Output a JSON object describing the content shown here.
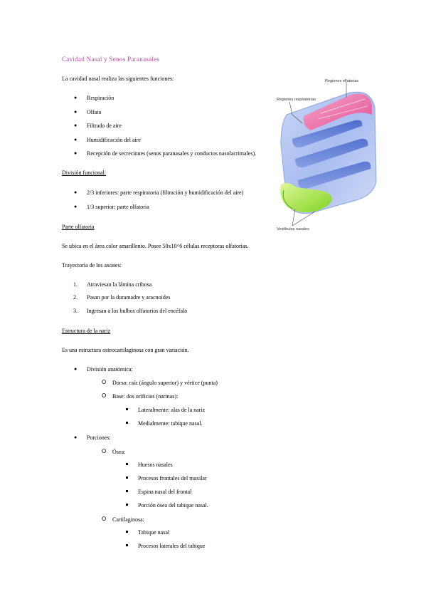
{
  "title": "Cavidad Nasal y Senos Paranasales",
  "intro": "La cavidad nasal realiza las siguientes funciones:",
  "functions": [
    "Respiración",
    "Olfato",
    "Filtrado de aire",
    "Humidificación del aire",
    "Recepción de secreciones (senos paranasales y conductos nasolacrimales)."
  ],
  "division_funcional": {
    "heading": "División funcional:",
    "items": [
      "2/3 inferiores: parte respiratoria (filtración y humidificación del aire)",
      "1/3 superior: parte olfatoria"
    ]
  },
  "parte_olfatoria": {
    "heading": "Parte olfatoria",
    "text": "Se ubica en el área color amarillento. Posee 50x10^6 células receptoras olfatorias."
  },
  "trayectoria": {
    "heading": "Trayectoria de los axones:",
    "items": [
      {
        "num": "1.",
        "text": "Atraviesan la lámina cribosa"
      },
      {
        "num": "2.",
        "text": "Pasan por la duramadre y aracnoides"
      },
      {
        "num": "3.",
        "text": "Ingresan a los bulbos olfatorios del encéfalo"
      }
    ]
  },
  "estructura": {
    "heading": "Estructura de la nariz",
    "text": "Es una estructura osteocartilaginosa con gran variación.",
    "division_anatomica": "División anatómica:",
    "dorso": "Dorso: raíz (ángulo superior) y vértice (punta)",
    "base": "Base: dos orificios (narinas):",
    "base_items": [
      "Lateralmente: alas de la nariz",
      "Medialmente: tabique nasal."
    ],
    "porciones": "Porciones:",
    "osea": "Ósea:",
    "osea_items": [
      "Huesos nasales",
      "Procesos frontales del maxilar",
      "Espina nasal del frontal",
      "Porción ósea del tabique nasal."
    ],
    "cartilaginosa": "Cartilaginosa:",
    "cart_items": [
      "Tabique nasal",
      "Procesos laterales del tabique"
    ]
  },
  "figure": {
    "label_olfatorias": "Regiones olfatorias",
    "label_respiratorias": "Regiones respiratorias",
    "label_vestibulos": "Vestíbulos nasales"
  },
  "colors": {
    "title": "#c0449a",
    "olfatoria": "#e83a8a",
    "respiratoria": "#5f7fd6",
    "vestibulo": "#8edb2a"
  },
  "bullet_glyphs": {
    "disc": "●",
    "circle": "O"
  }
}
